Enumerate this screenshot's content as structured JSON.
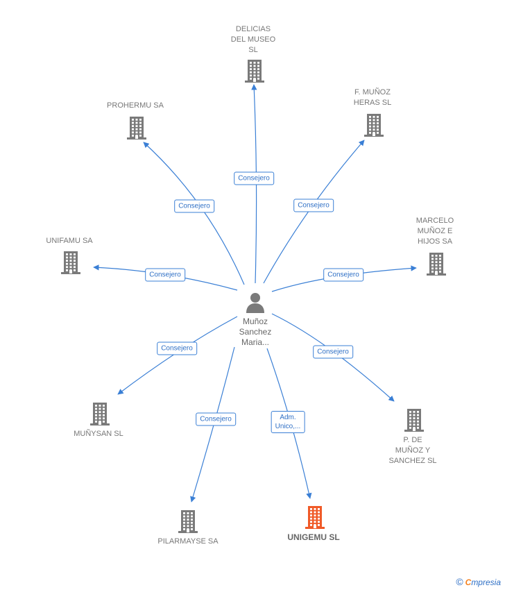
{
  "colors": {
    "edge": "#3a7fd5",
    "building": "#7a7a7a",
    "highlight": "#f05a28",
    "person": "#7a7a7a"
  },
  "center": {
    "name": "Muñoz\nSanchez\nMaria..."
  },
  "nodes": [
    {
      "id": "delicias",
      "label": "DELICIAS\nDEL MUSEO\nSL",
      "edge_label": "Consejero",
      "highlight": false
    },
    {
      "id": "prohermu",
      "label": "PROHERMU SA",
      "edge_label": "Consejero",
      "highlight": false
    },
    {
      "id": "fmunoz",
      "label": "F.  MUÑOZ\nHERAS  SL",
      "edge_label": "Consejero",
      "highlight": false
    },
    {
      "id": "unifamu",
      "label": "UNIFAMU SA",
      "edge_label": "Consejero",
      "highlight": false
    },
    {
      "id": "marcelo",
      "label": "MARCELO\nMUÑOZ E\nHIJOS SA",
      "edge_label": "Consejero",
      "highlight": false
    },
    {
      "id": "munysan",
      "label": "MUÑYSAN  SL",
      "edge_label": "Consejero",
      "highlight": false
    },
    {
      "id": "pdemunoz",
      "label": "P.  DE\nMUÑOZ Y\nSANCHEZ  SL",
      "edge_label": "Consejero",
      "highlight": false
    },
    {
      "id": "pilarmayse",
      "label": "PILARMAYSE SA",
      "edge_label": "Consejero",
      "highlight": false
    },
    {
      "id": "unigemu",
      "label": "UNIGEMU  SL",
      "edge_label": "Adm.\nUnico,...",
      "highlight": true
    }
  ],
  "footer": {
    "copyright": "©",
    "brand_first": "C",
    "brand_rest": "mpresia"
  }
}
